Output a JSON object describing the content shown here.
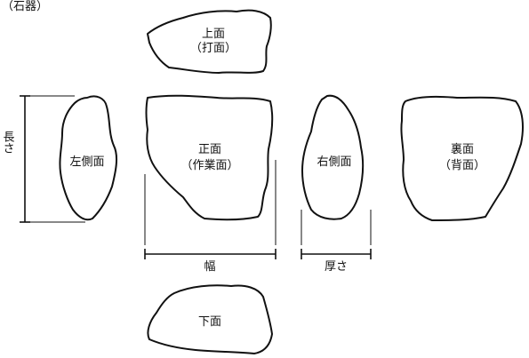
{
  "header": {
    "title": "（石器）"
  },
  "views": {
    "top": {
      "line1": "上面",
      "line2": "（打面）"
    },
    "left": {
      "line1": "左側面"
    },
    "front": {
      "line1": "正面",
      "line2": "（作業面）"
    },
    "right": {
      "line1": "右側面"
    },
    "back": {
      "line1": "裏面",
      "line2": "（背面）"
    },
    "bottom": {
      "line1": "下面"
    }
  },
  "dimensions": {
    "length": "長さ",
    "width": "幅",
    "thickness": "厚さ"
  }
}
